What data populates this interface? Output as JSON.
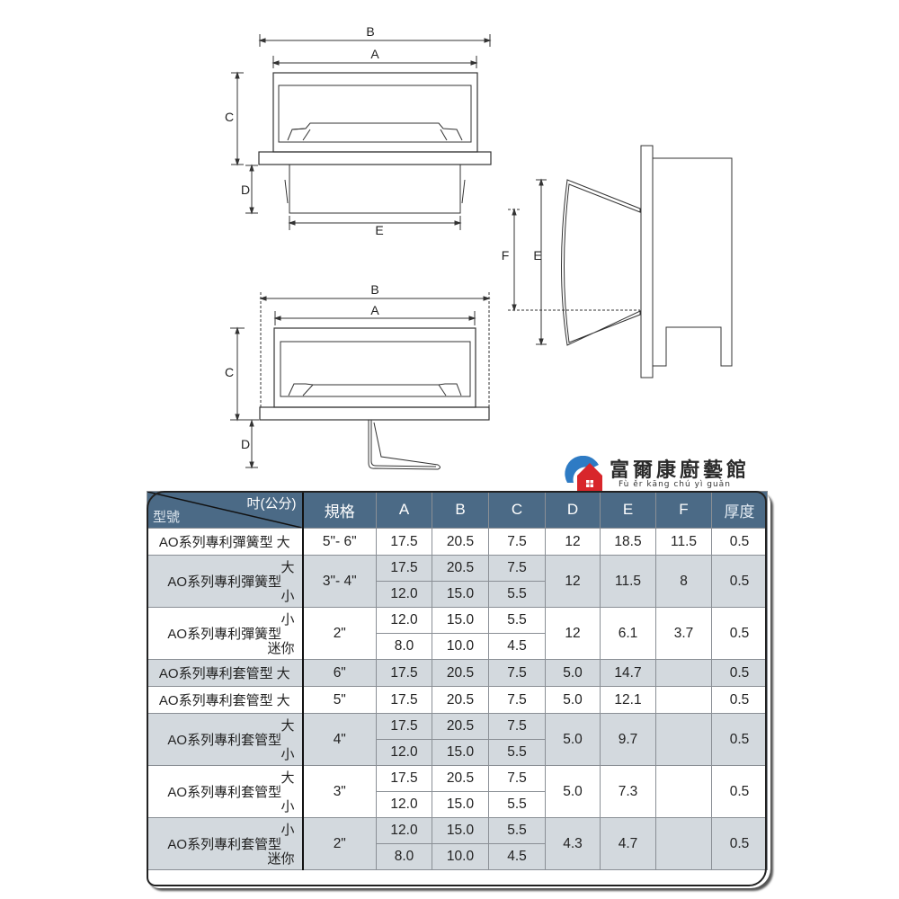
{
  "diagrams": {
    "front_view_spring": {
      "labels": {
        "B": "B",
        "A": "A",
        "C": "C",
        "D": "D",
        "E": "E"
      }
    },
    "front_view_sleeve": {
      "labels": {
        "B": "B",
        "A": "A",
        "C": "C",
        "D": "D"
      }
    },
    "side_view": {
      "labels": {
        "F": "F",
        "E": "E"
      }
    }
  },
  "logo": {
    "title": "富爾康廚藝館",
    "subtitle": "Fù ěr kāng chú yì guǎn"
  },
  "table": {
    "header": {
      "corner_top": "吋(公分)",
      "corner_bottom": "型號",
      "spec": "規格",
      "A": "A",
      "B": "B",
      "C": "C",
      "D": "D",
      "E": "E",
      "F": "F",
      "thickness": "厚度"
    },
    "rows": [
      {
        "model": "AO系列專利彈簧型",
        "sizes": [
          "大"
        ],
        "spec": "5\"- 6\"",
        "sub": [
          {
            "A": "17.5",
            "B": "20.5",
            "C": "7.5"
          }
        ],
        "D": "12",
        "E": "18.5",
        "F": "11.5",
        "thickness": "0.5",
        "shade": "white"
      },
      {
        "model": "AO系列專利彈簧型",
        "sizes": [
          "大",
          "小"
        ],
        "spec": "3\"- 4\"",
        "sub": [
          {
            "A": "17.5",
            "B": "20.5",
            "C": "7.5"
          },
          {
            "A": "12.0",
            "B": "15.0",
            "C": "5.5"
          }
        ],
        "D": "12",
        "E": "11.5",
        "F": "8",
        "thickness": "0.5",
        "shade": "grey"
      },
      {
        "model": "AO系列專利彈簧型",
        "sizes": [
          "小",
          "迷你"
        ],
        "spec": "2\"",
        "sub": [
          {
            "A": "12.0",
            "B": "15.0",
            "C": "5.5"
          },
          {
            "A": "8.0",
            "B": "10.0",
            "C": "4.5"
          }
        ],
        "D": "12",
        "E": "6.1",
        "F": "3.7",
        "thickness": "0.5",
        "shade": "white"
      },
      {
        "model": "AO系列專利套管型",
        "sizes": [
          "大"
        ],
        "spec": "6\"",
        "sub": [
          {
            "A": "17.5",
            "B": "20.5",
            "C": "7.5"
          }
        ],
        "D": "5.0",
        "E": "14.7",
        "F": "",
        "thickness": "0.5",
        "shade": "grey"
      },
      {
        "model": "AO系列專利套管型",
        "sizes": [
          "大"
        ],
        "spec": "5\"",
        "sub": [
          {
            "A": "17.5",
            "B": "20.5",
            "C": "7.5"
          }
        ],
        "D": "5.0",
        "E": "12.1",
        "F": "",
        "thickness": "0.5",
        "shade": "white"
      },
      {
        "model": "AO系列專利套管型",
        "sizes": [
          "大",
          "小"
        ],
        "spec": "4\"",
        "sub": [
          {
            "A": "17.5",
            "B": "20.5",
            "C": "7.5"
          },
          {
            "A": "12.0",
            "B": "15.0",
            "C": "5.5"
          }
        ],
        "D": "5.0",
        "E": "9.7",
        "F": "",
        "thickness": "0.5",
        "shade": "grey"
      },
      {
        "model": "AO系列專利套管型",
        "sizes": [
          "大",
          "小"
        ],
        "spec": "3\"",
        "sub": [
          {
            "A": "17.5",
            "B": "20.5",
            "C": "7.5"
          },
          {
            "A": "12.0",
            "B": "15.0",
            "C": "5.5"
          }
        ],
        "D": "5.0",
        "E": "7.3",
        "F": "",
        "thickness": "0.5",
        "shade": "white"
      },
      {
        "model": "AO系列專利套管型",
        "sizes": [
          "小",
          "迷你"
        ],
        "spec": "2\"",
        "sub": [
          {
            "A": "12.0",
            "B": "15.0",
            "C": "5.5"
          },
          {
            "A": "8.0",
            "B": "10.0",
            "C": "4.5"
          }
        ],
        "D": "4.3",
        "E": "4.7",
        "F": "",
        "thickness": "0.5",
        "shade": "grey"
      }
    ]
  },
  "colors": {
    "header_bg": "#4b6a86",
    "row_grey": "#d3d9de",
    "row_white": "#ffffff",
    "logo_blue": "#2e7bc4",
    "logo_red": "#d8262b"
  }
}
